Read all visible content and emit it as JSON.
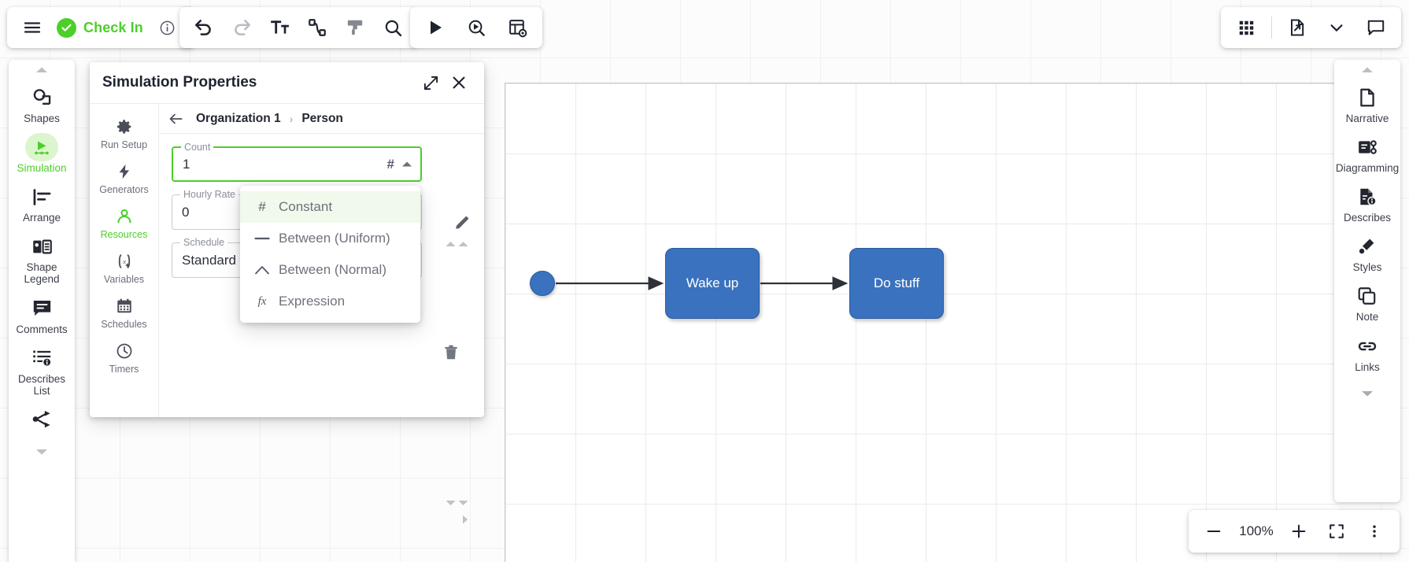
{
  "app": {
    "checkin_label": "Check In",
    "zoom_level": "100%"
  },
  "toolbar_main": [
    {
      "name": "hamburger-menu-icon",
      "label": "Menu"
    },
    {
      "name": "check-in-button",
      "label": "Check In"
    },
    {
      "name": "info-icon",
      "label": "Info"
    }
  ],
  "toolbar_edit": [
    {
      "name": "undo-icon",
      "label": "Undo"
    },
    {
      "name": "redo-icon",
      "label": "Redo"
    },
    {
      "name": "text-format-icon",
      "label": "Text"
    },
    {
      "name": "connector-icon",
      "label": "Connector"
    },
    {
      "name": "format-painter-icon",
      "label": "Format Painter"
    },
    {
      "name": "search-icon",
      "label": "Search"
    }
  ],
  "toolbar_run": [
    {
      "name": "play-icon",
      "label": "Run"
    },
    {
      "name": "run-inspect-icon",
      "label": "Run and Inspect"
    },
    {
      "name": "run-report-icon",
      "label": "Reports"
    }
  ],
  "toolbar_right": [
    {
      "name": "apps-grid-icon",
      "label": "Apps"
    },
    {
      "name": "export-document-icon",
      "label": "Export"
    },
    {
      "name": "chevron-down-icon",
      "label": "More"
    },
    {
      "name": "comment-icon",
      "label": "Comments"
    }
  ],
  "left_rail": {
    "scroll_up": "▲",
    "scroll_down": "▼",
    "items": [
      {
        "name": "shapes",
        "label": "Shapes",
        "active": false
      },
      {
        "name": "simulation",
        "label": "Simulation",
        "active": true
      },
      {
        "name": "arrange",
        "label": "Arrange",
        "active": false
      },
      {
        "name": "shape-legend",
        "label": "Shape Legend",
        "active": false
      },
      {
        "name": "comments",
        "label": "Comments",
        "active": false
      },
      {
        "name": "describes-list",
        "label": "Describes List",
        "active": false
      },
      {
        "name": "process-flow",
        "label": "",
        "active": false
      }
    ]
  },
  "right_rail": {
    "scroll_up": "▲",
    "scroll_down": "▼",
    "items": [
      {
        "name": "narrative",
        "label": "Narrative"
      },
      {
        "name": "diagramming",
        "label": "Diagramming"
      },
      {
        "name": "describes",
        "label": "Describes"
      },
      {
        "name": "styles",
        "label": "Styles"
      },
      {
        "name": "note",
        "label": "Note"
      },
      {
        "name": "links",
        "label": "Links"
      }
    ]
  },
  "panel": {
    "title": "Simulation Properties",
    "expand_label": "Expand",
    "close_label": "Close",
    "edit_label": "Edit",
    "delete_label": "Delete",
    "breadcrumb": {
      "back": "←",
      "root": "Organization 1",
      "separator": "›",
      "current": "Person"
    },
    "tabs": [
      {
        "name": "run-setup",
        "label": "Run Setup",
        "active": false
      },
      {
        "name": "generators",
        "label": "Generators",
        "active": false
      },
      {
        "name": "resources",
        "label": "Resources",
        "active": true
      },
      {
        "name": "variables",
        "label": "Variables",
        "active": false
      },
      {
        "name": "schedules",
        "label": "Schedules",
        "active": false
      },
      {
        "name": "timers",
        "label": "Timers",
        "active": false
      }
    ],
    "fields": [
      {
        "name": "count",
        "label": "Count",
        "value": "1",
        "adornment": "#",
        "focused": true
      },
      {
        "name": "hourly-rate",
        "label": "Hourly Rate",
        "value": "0",
        "adornment": "",
        "focused": false
      },
      {
        "name": "schedule",
        "label": "Schedule",
        "value": "Standard",
        "adornment": "",
        "focused": false
      }
    ]
  },
  "dropdown": {
    "name": "count-distribution-menu",
    "items": [
      {
        "name": "constant",
        "icon": "#",
        "label": "Constant",
        "selected": true
      },
      {
        "name": "between-uniform",
        "icon": "—",
        "label": "Between (Uniform)",
        "selected": false
      },
      {
        "name": "between-normal",
        "icon": "∧",
        "label": "Between (Normal)",
        "selected": false
      },
      {
        "name": "expression",
        "icon": "fx",
        "label": "Expression",
        "selected": false
      }
    ]
  },
  "canvas": {
    "nodes": [
      {
        "name": "start-node",
        "label": ""
      },
      {
        "name": "wake-up-node",
        "label": "Wake up"
      },
      {
        "name": "do-stuff-node",
        "label": "Do stuff"
      }
    ]
  },
  "zoombar": {
    "minus": "−",
    "value": "100%",
    "plus": "+",
    "fit_label": "Fit to screen",
    "more_label": "More options"
  },
  "colors": {
    "accent_green": "#4ccf2a",
    "node_blue": "#3a72bf",
    "menu_highlight": "#f0f9ec"
  }
}
